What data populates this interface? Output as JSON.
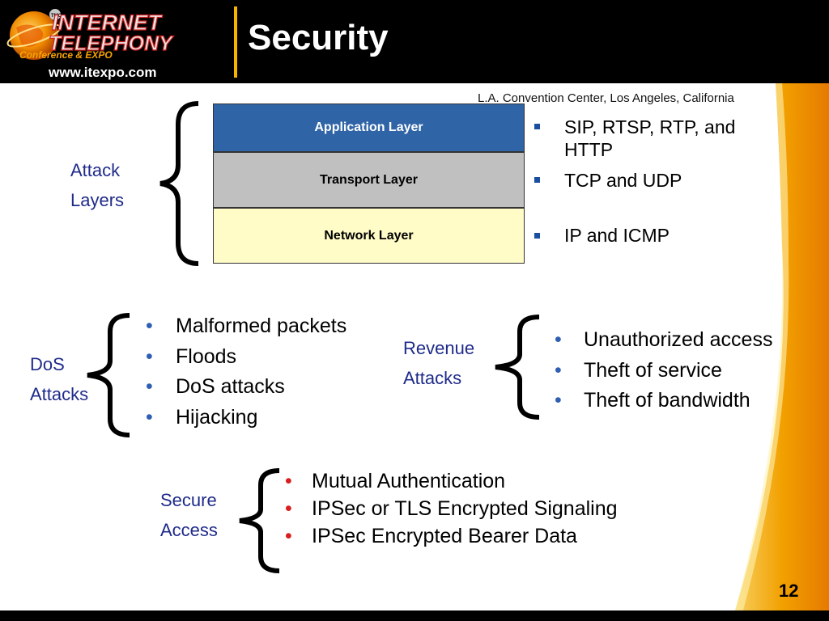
{
  "header": {
    "title": "Security",
    "logo": {
      "line1": "INTERNET",
      "line2": "TELEPHONY",
      "tagline": "Conference & EXPO",
      "badge": "TMC"
    },
    "url": "www.itexpo.com"
  },
  "location": "L.A. Convention Center, Los Angeles, California",
  "layers": {
    "application": "Application Layer",
    "transport": "Transport Layer",
    "network": "Network Layer"
  },
  "attack_layers": {
    "label_line1": "Attack",
    "label_line2": "Layers",
    "protocols": [
      "SIP, RTSP, RTP, and",
      "HTTP",
      "TCP and UDP",
      "IP and ICMP"
    ]
  },
  "dos": {
    "label_line1": "DoS",
    "label_line2": "Attacks",
    "items": [
      "Malformed packets",
      "Floods",
      "DoS attacks",
      "Hijacking"
    ]
  },
  "revenue": {
    "label_line1": "Revenue",
    "label_line2": "Attacks",
    "items": [
      "Unauthorized access",
      "Theft of service",
      "Theft of bandwidth"
    ]
  },
  "secure": {
    "label_line1": "Secure",
    "label_line2": "Access",
    "items": [
      "Mutual Authentication",
      "IPSec or TLS Encrypted Signaling",
      "IPSec Encrypted Bearer Data"
    ]
  },
  "page_number": "12",
  "colors": {
    "header_bg": "#000000",
    "accent_gold": "#f4b400",
    "label_blue": "#1f2b8a",
    "application_layer": "#2f64a6",
    "transport_layer": "#c0c0c0",
    "network_layer": "#fffcc8",
    "bullet_red": "#d81e1e"
  }
}
